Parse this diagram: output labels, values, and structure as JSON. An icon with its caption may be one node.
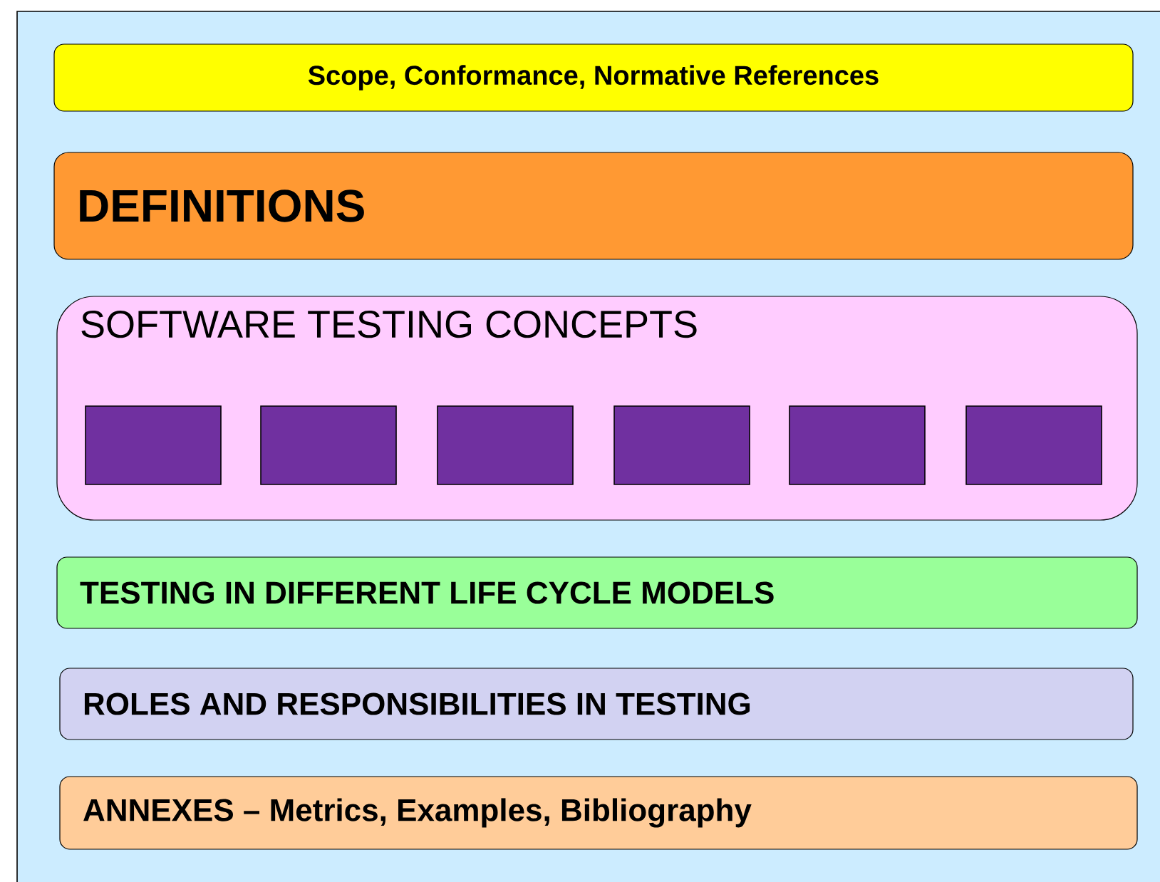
{
  "diagram": {
    "nodes": [
      {
        "text": [
          "Scope, Conformance, Normative References"
        ]
      },
      {
        "text": [
          "DEFINITIONS"
        ]
      },
      {
        "text": [
          "SOFTWARE TESTING CONCEPTS"
        ]
      },
      {
        "text": [],
        "shape": "box",
        "in": 2
      },
      {
        "text": [],
        "shape": "box",
        "in": 2
      },
      {
        "text": [],
        "shape": "box",
        "in": 2
      },
      {
        "text": [],
        "shape": "box",
        "in": 2
      },
      {
        "text": [],
        "shape": "box",
        "in": 2
      },
      {
        "text": [],
        "shape": "box",
        "in": 2
      },
      {
        "text": [
          "TESTING IN DIFFERENT LIFE CYCLE MODELS"
        ]
      },
      {
        "text": [
          "ROLES AND RESPONSIBILITIES IN TESTING"
        ]
      },
      {
        "text": [
          "ANNEXES – Metrics, Examples, Bibliography"
        ]
      }
    ]
  }
}
